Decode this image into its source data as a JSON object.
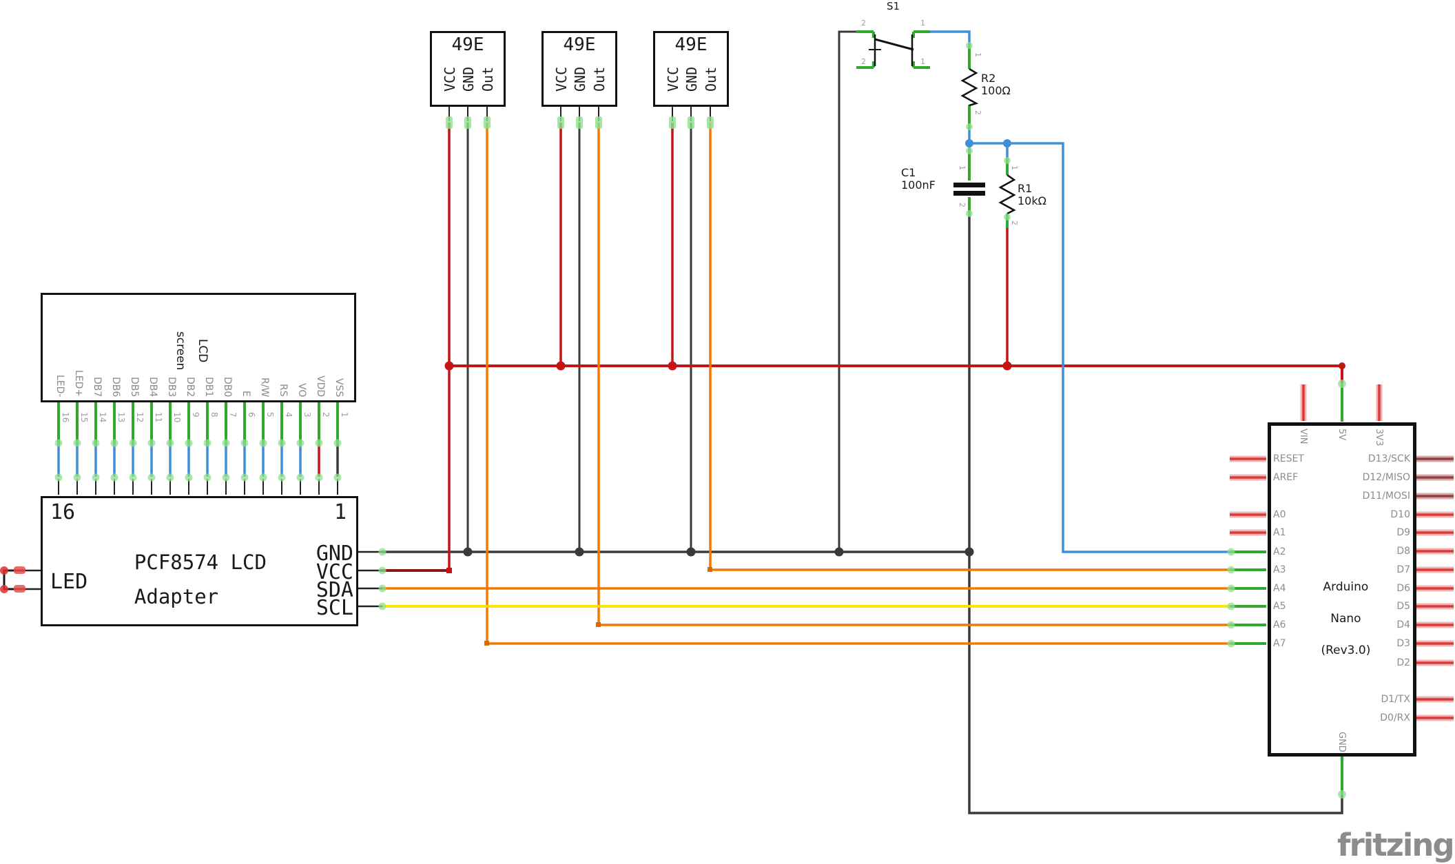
{
  "sensors": [
    {
      "title": "49E",
      "pins": [
        "VCC",
        "GND",
        "Out"
      ]
    },
    {
      "title": "49E",
      "pins": [
        "VCC",
        "GND",
        "Out"
      ]
    },
    {
      "title": "49E",
      "pins": [
        "VCC",
        "GND",
        "Out"
      ]
    }
  ],
  "lcd": {
    "title_lines": [
      "LCD",
      "screen"
    ],
    "pins": [
      {
        "num": "16",
        "label": "LED-"
      },
      {
        "num": "15",
        "label": "LED+"
      },
      {
        "num": "14",
        "label": "DB7"
      },
      {
        "num": "13",
        "label": "DB6"
      },
      {
        "num": "12",
        "label": "DB5"
      },
      {
        "num": "11",
        "label": "DB4"
      },
      {
        "num": "10",
        "label": "DB3"
      },
      {
        "num": "9",
        "label": "DB2"
      },
      {
        "num": "8",
        "label": "DB1"
      },
      {
        "num": "7",
        "label": "DB0"
      },
      {
        "num": "6",
        "label": "E"
      },
      {
        "num": "5",
        "label": "R/W"
      },
      {
        "num": "4",
        "label": "RS"
      },
      {
        "num": "3",
        "label": "VO"
      },
      {
        "num": "2",
        "label": "VDD"
      },
      {
        "num": "1",
        "label": "VSS"
      }
    ]
  },
  "adapter": {
    "corner_left": "16",
    "corner_right": "1",
    "title_lines": [
      "PCF8574 LCD",
      "Adapter"
    ],
    "led_label": "LED",
    "right_pins": [
      "GND",
      "VCC",
      "SDA",
      "SCL"
    ]
  },
  "switch_s1": {
    "label": "S1",
    "pin_top_left": "2",
    "pin_top_right": "1",
    "pin_bottom_left": "2",
    "pin_bottom_right": "1"
  },
  "resistor_r2": {
    "label": "R2",
    "value": "100Ω",
    "pin1": "1",
    "pin2": "2"
  },
  "capacitor_c1": {
    "label": "C1",
    "value": "100nF",
    "pin1": "1",
    "pin2": "2"
  },
  "resistor_r1": {
    "label": "R1",
    "value": "10kΩ",
    "pin1": "1",
    "pin2": "2"
  },
  "arduino": {
    "title_lines": [
      "Arduino",
      "Nano",
      "(Rev3.0)"
    ],
    "top_pins": [
      "VIN",
      "5V",
      "3V3"
    ],
    "bottom_pin": "GND",
    "left_pins": [
      "RESET",
      "AREF",
      "A0",
      "A1",
      "A2",
      "A3",
      "A4",
      "A5",
      "A6",
      "A7"
    ],
    "right_pins": [
      "D13/SCK",
      "D12/MISO",
      "D11/MOSI",
      "D10",
      "D9",
      "D8",
      "D7",
      "D6",
      "D5",
      "D4",
      "D3",
      "D2",
      "D1/TX",
      "D0/RX"
    ]
  },
  "watermark": "fritzing",
  "colors": {
    "wire_red": "#c41414",
    "wire_maroon": "#8a1a1a",
    "wire_dark": "#3a3a3a",
    "wire_blue": "#418dd9",
    "wire_orange": "#f57900",
    "wire_yellow": "#ffe400",
    "wire_green": "#2ea82e",
    "pin_stub_red": "#d63a3a",
    "pin_stub_maroon": "#8f4242",
    "label_grey": "#8c8c8c"
  }
}
